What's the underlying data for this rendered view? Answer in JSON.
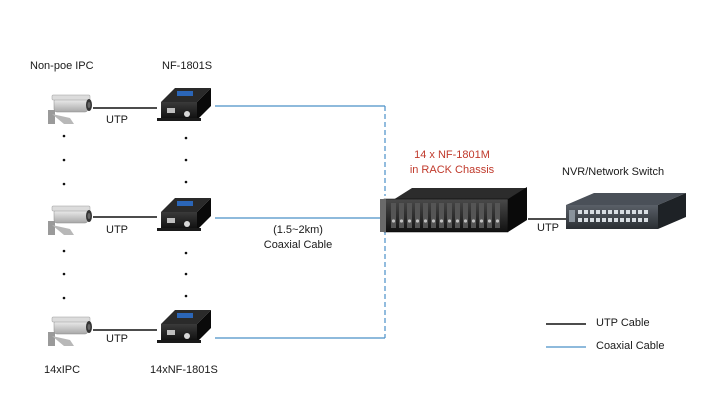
{
  "labels": {
    "top_camera_title": "Non-poe IPC",
    "top_converter_title": "NF-1801S",
    "bottom_camera_title": "14xIPC",
    "bottom_converter_title": "14xNF-1801S",
    "utp_top": "UTP",
    "utp_mid": "UTP",
    "utp_bottom": "UTP",
    "utp_switch": "UTP",
    "distance": "(1.5~2km)",
    "coax_label": "Coaxial Cable",
    "rack_line1": "14 x NF-1801M",
    "rack_line2": "in RACK Chassis",
    "switch_title": "NVR/Network Switch"
  },
  "legend": {
    "utp": "UTP Cable",
    "coax": "Coaxial Cable"
  },
  "colors": {
    "utp_line": "#111111",
    "coax_line": "#4a90c8",
    "rack_text": "#c0392b"
  },
  "icons": {
    "camera": "ip-camera-icon",
    "converter": "media-converter-icon",
    "rack": "rack-chassis-icon",
    "switch": "network-switch-icon"
  }
}
